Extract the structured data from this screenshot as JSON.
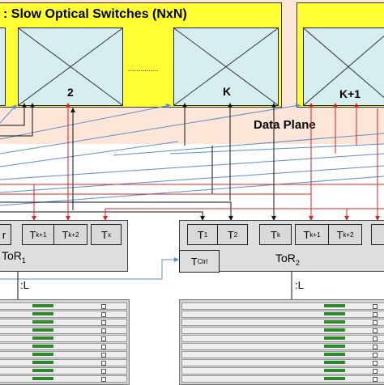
{
  "header": {
    "title": ": Slow Optical Switches (NxN)"
  },
  "switches": {
    "labels": [
      "2",
      "K",
      "K+1"
    ],
    "ellipsis": "..............."
  },
  "data_plane": {
    "label": "Data Plane"
  },
  "tor1": {
    "name_main": "ToR",
    "name_sub": "1",
    "partial_port": "r",
    "ports": [
      {
        "main": "T",
        "sub": "k+1"
      },
      {
        "main": "T",
        "sub": "k+2"
      },
      {
        "main": "T",
        "sub": "x"
      }
    ],
    "link_label": ":L"
  },
  "tor2": {
    "name_main": "ToR",
    "name_sub": "2",
    "ports": [
      {
        "main": "T",
        "sub": "1"
      },
      {
        "main": "T",
        "sub": "2"
      },
      {
        "main": "T",
        "sub": "k"
      },
      {
        "main": "T",
        "sub": "k+1"
      },
      {
        "main": "T",
        "sub": "k+2"
      }
    ],
    "ctrl": {
      "main": "T",
      "sub": "Ctrl"
    },
    "link_label": ":L"
  },
  "colors": {
    "band": "#fde6d8",
    "yellow": "#ffff33",
    "switch_fill": "#d6eef0",
    "blue_link": "#5b8fc9",
    "red_link": "#e02020",
    "black_link": "#111111",
    "tor_fill": "#dedede"
  }
}
